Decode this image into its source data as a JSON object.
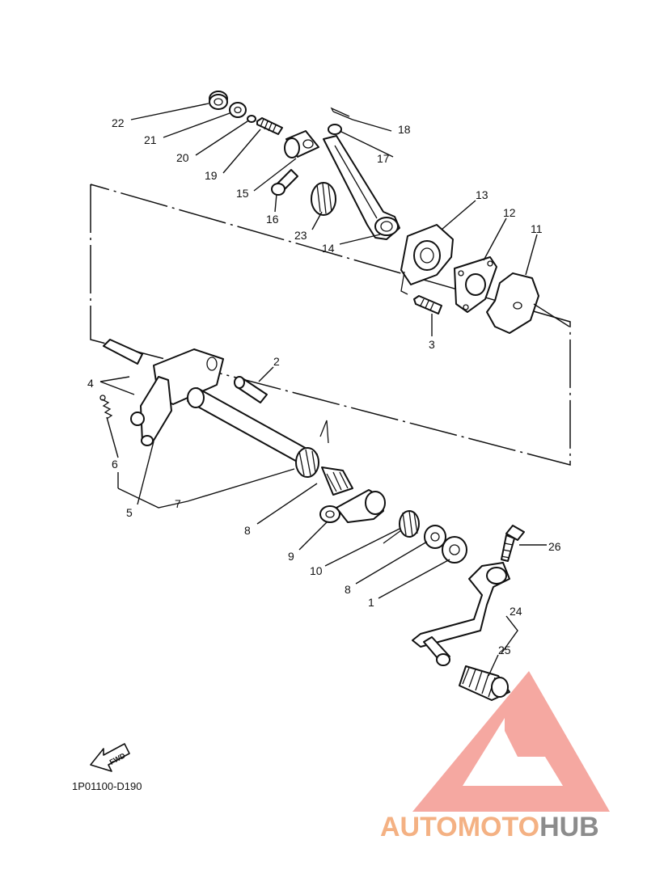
{
  "diagram_code": "1P01100-D190",
  "fwd_label": "FWD",
  "watermark": {
    "part1": "AUTOMOTO",
    "part2": "HUB",
    "color1": "#f4b183",
    "color2": "#8c8c8c",
    "logo_color": "#f28b82"
  },
  "callouts": {
    "p1": "1",
    "p2": "2",
    "p3": "3",
    "p4": "4",
    "p5": "5",
    "p6": "6",
    "p7": "7",
    "p8a": "8",
    "p8b": "8",
    "p9": "9",
    "p10": "10",
    "p11": "11",
    "p12": "12",
    "p13": "13",
    "p14": "14",
    "p15": "15",
    "p16": "16",
    "p17": "17",
    "p18": "18",
    "p19": "19",
    "p20": "20",
    "p21": "21",
    "p22": "22",
    "p23": "23",
    "p24": "24",
    "p25": "25",
    "p26": "26"
  }
}
